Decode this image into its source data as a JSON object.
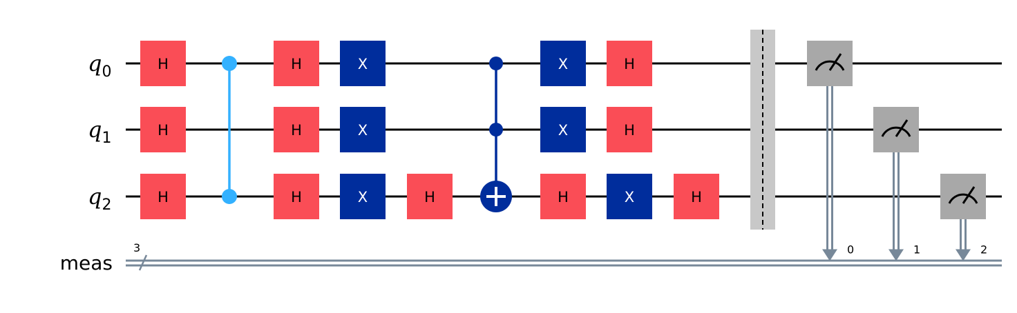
{
  "qubits": [
    {
      "name": "q",
      "index": "0"
    },
    {
      "name": "q",
      "index": "1"
    },
    {
      "name": "q",
      "index": "2"
    }
  ],
  "creg": {
    "name": "meas",
    "size": "3",
    "bits": [
      "0",
      "1",
      "2"
    ]
  },
  "colors": {
    "h_gate": "#fa4d56",
    "x_gate": "#002d9c",
    "cz": "#33b1ff",
    "ccx": "#002d9c",
    "measure": "#a8a8a8",
    "classical": "#778899",
    "barrier": "#c8c8c8",
    "wire": "#000000"
  },
  "gates": [
    {
      "col": 0,
      "type": "H",
      "qubit": 0,
      "label": "H"
    },
    {
      "col": 0,
      "type": "H",
      "qubit": 1,
      "label": "H"
    },
    {
      "col": 0,
      "type": "H",
      "qubit": 2,
      "label": "H"
    },
    {
      "col": 1,
      "type": "CZ",
      "qubits": [
        0,
        2
      ]
    },
    {
      "col": 2,
      "type": "H",
      "qubit": 0,
      "label": "H"
    },
    {
      "col": 2,
      "type": "H",
      "qubit": 1,
      "label": "H"
    },
    {
      "col": 2,
      "type": "H",
      "qubit": 2,
      "label": "H"
    },
    {
      "col": 3,
      "type": "X",
      "qubit": 0,
      "label": "X"
    },
    {
      "col": 3,
      "type": "X",
      "qubit": 1,
      "label": "X"
    },
    {
      "col": 3,
      "type": "X",
      "qubit": 2,
      "label": "X"
    },
    {
      "col": 4,
      "type": "H",
      "qubit": 2,
      "label": "H"
    },
    {
      "col": 5,
      "type": "CCX",
      "controls": [
        0,
        1
      ],
      "target": 2
    },
    {
      "col": 6,
      "type": "X",
      "qubit": 0,
      "label": "X"
    },
    {
      "col": 6,
      "type": "X",
      "qubit": 1,
      "label": "X"
    },
    {
      "col": 6,
      "type": "H",
      "qubit": 2,
      "label": "H"
    },
    {
      "col": 7,
      "type": "H",
      "qubit": 0,
      "label": "H"
    },
    {
      "col": 7,
      "type": "H",
      "qubit": 1,
      "label": "H"
    },
    {
      "col": 7,
      "type": "X",
      "qubit": 2,
      "label": "X"
    },
    {
      "col": 8,
      "type": "H",
      "qubit": 2,
      "label": "H"
    },
    {
      "col": 9,
      "type": "BARRIER",
      "qubits": [
        0,
        1,
        2
      ]
    },
    {
      "col": 10,
      "type": "MEASURE",
      "qubit": 0,
      "clbit": 0
    },
    {
      "col": 11,
      "type": "MEASURE",
      "qubit": 1,
      "clbit": 1
    },
    {
      "col": 12,
      "type": "MEASURE",
      "qubit": 2,
      "clbit": 2
    }
  ]
}
